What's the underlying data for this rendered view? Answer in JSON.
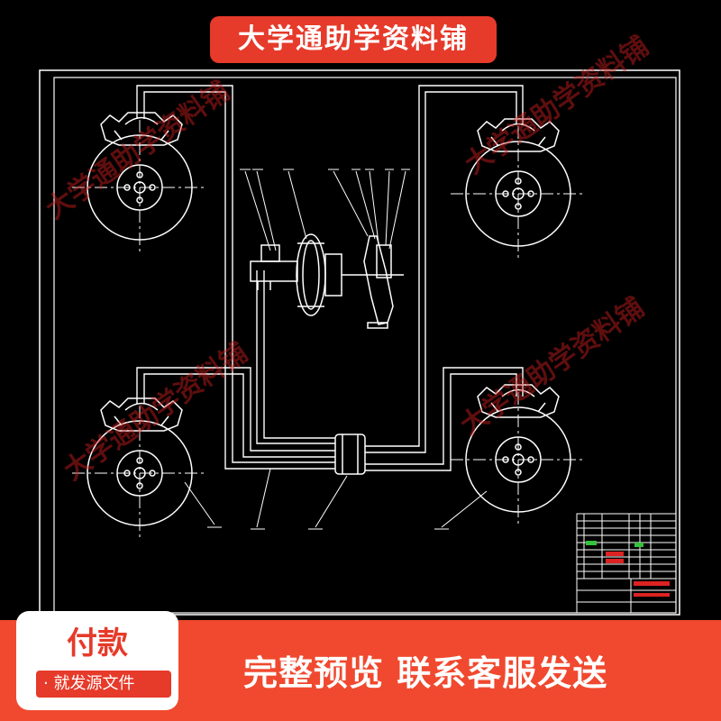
{
  "banner": {
    "title": "大学通助学资料铺"
  },
  "watermarks": [
    "大学通助学资料铺",
    "大学通助学资料铺",
    "大学通助学资料铺",
    "大学通助学资料铺"
  ],
  "payment": {
    "title": "付款",
    "subtitle": "· 就发源文件"
  },
  "footer": {
    "message": "完整预览  联系客服发送"
  },
  "colors": {
    "accent": "#e63a2a",
    "line": "#ffffff",
    "background": "#000000"
  }
}
